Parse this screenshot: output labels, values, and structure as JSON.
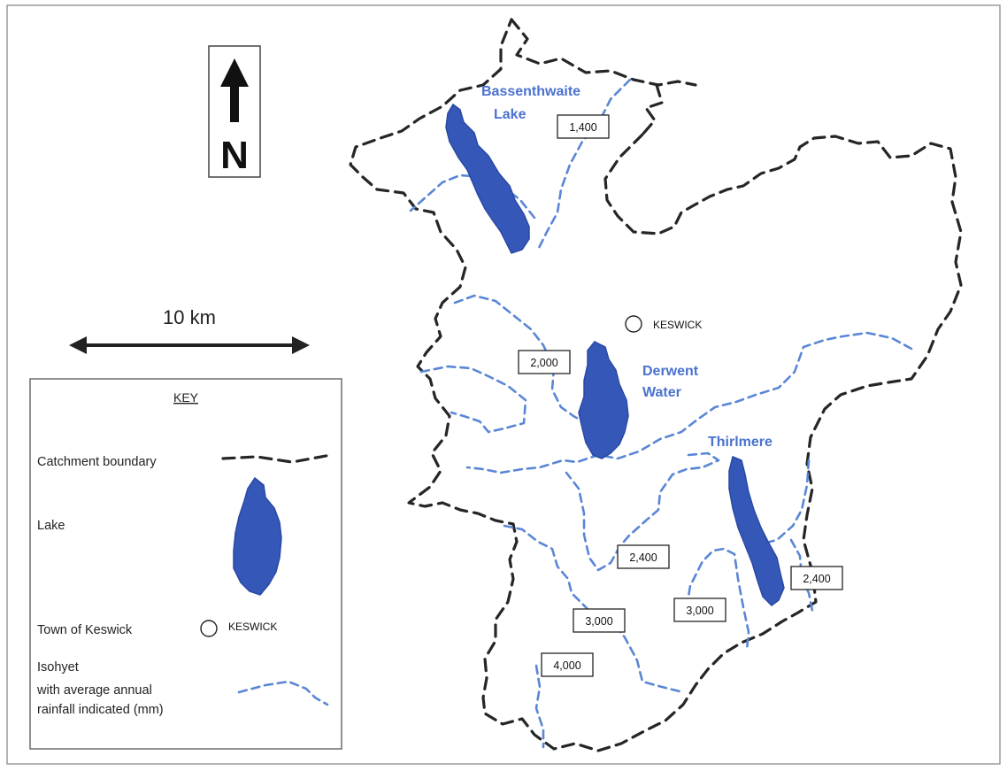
{
  "north_arrow": {
    "letter": "N"
  },
  "scale_bar": {
    "label": "10 km"
  },
  "lakes": [
    {
      "id": "bassenthwaite",
      "label_lines": [
        "Bassenthwaite",
        "Lake"
      ]
    },
    {
      "id": "derwent",
      "label_lines": [
        "Derwent",
        "Water"
      ]
    },
    {
      "id": "thirlmere",
      "label_lines": [
        "Thirlmere"
      ]
    }
  ],
  "town": {
    "label": "KESWICK"
  },
  "isohyet_labels": [
    "1,400",
    "2,000",
    "2,400",
    "2,400",
    "3,000",
    "3,000",
    "4,000"
  ],
  "key": {
    "title": "KEY",
    "catchment_boundary": "Catchment boundary",
    "lake": "Lake",
    "town": "Town of Keswick",
    "town_symbol_label": "KESWICK",
    "isohyet_lines": [
      "Isohyet",
      "with average annual",
      "rainfall indicated (mm)"
    ]
  },
  "colors": {
    "lake_fill": "#3457b8",
    "lake_label": "#4a72cf",
    "isohyet": "#5a86d6",
    "boundary": "#262626"
  }
}
